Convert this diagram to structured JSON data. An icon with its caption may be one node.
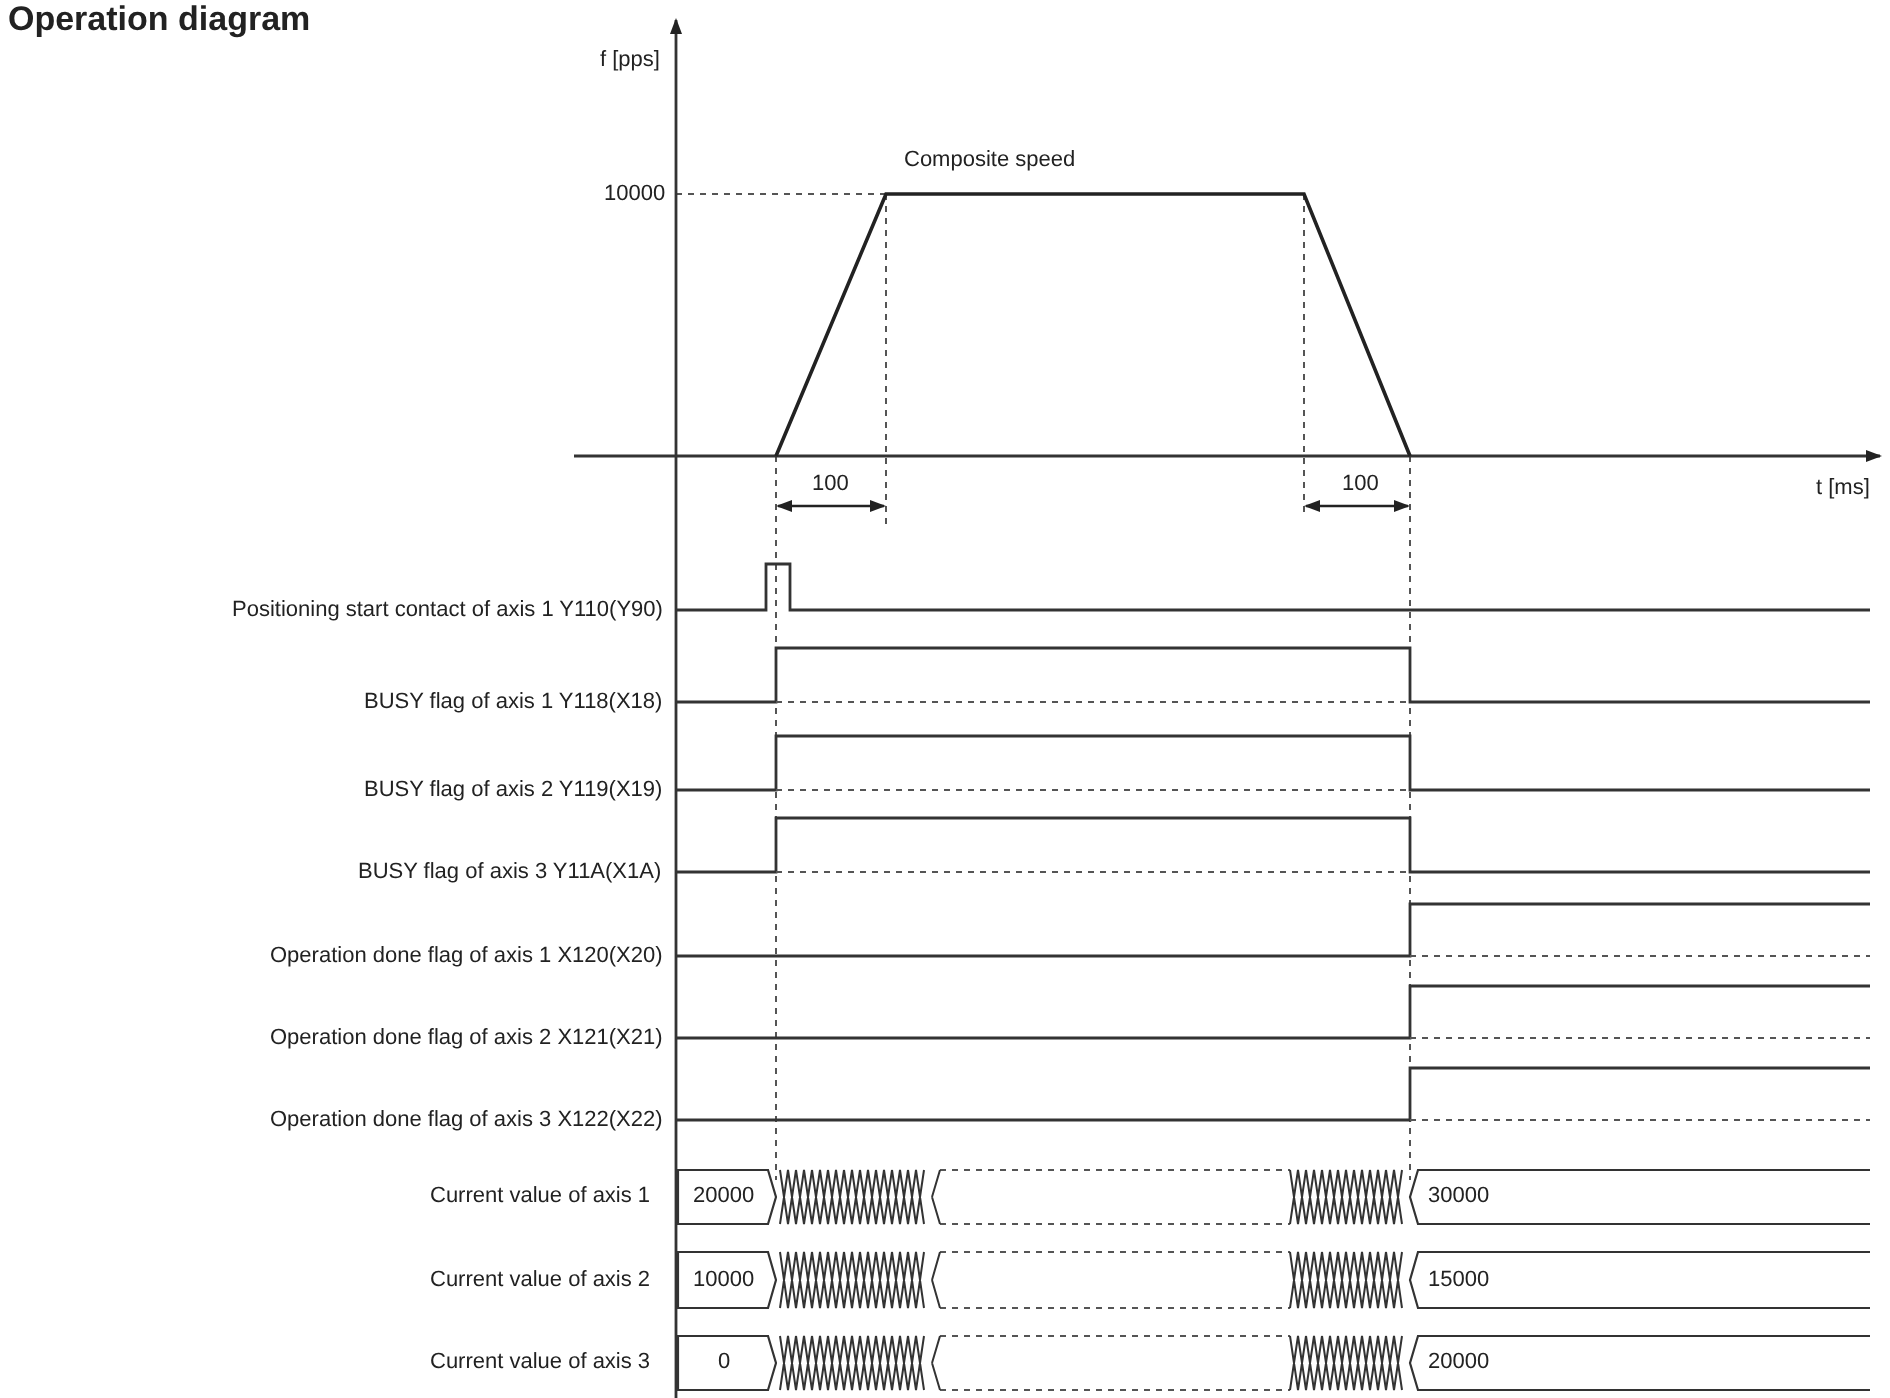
{
  "diagram": {
    "title": "Operation diagram",
    "labels": [
      "f [pps]",
      "Composite speed",
      "10000",
      "100",
      "100",
      "t [ms]",
      "Positioning start contact of axis 1 Y110(Y90)",
      "BUSY flag of axis 1 Y118(X18)",
      "BUSY flag of axis 2 Y119(X19)",
      "BUSY flag of axis 3 Y11A(X1A)",
      "Operation done flag of axis 1 X120(X20)",
      "Operation done flag of axis 2 X121(X21)",
      "Operation done flag of axis 3 X122(X22)",
      "Current value of axis 1",
      "20000",
      "30000",
      "Current value of axis 2",
      "10000",
      "15000",
      "Current value of axis 3",
      "0",
      "20000"
    ]
  }
}
